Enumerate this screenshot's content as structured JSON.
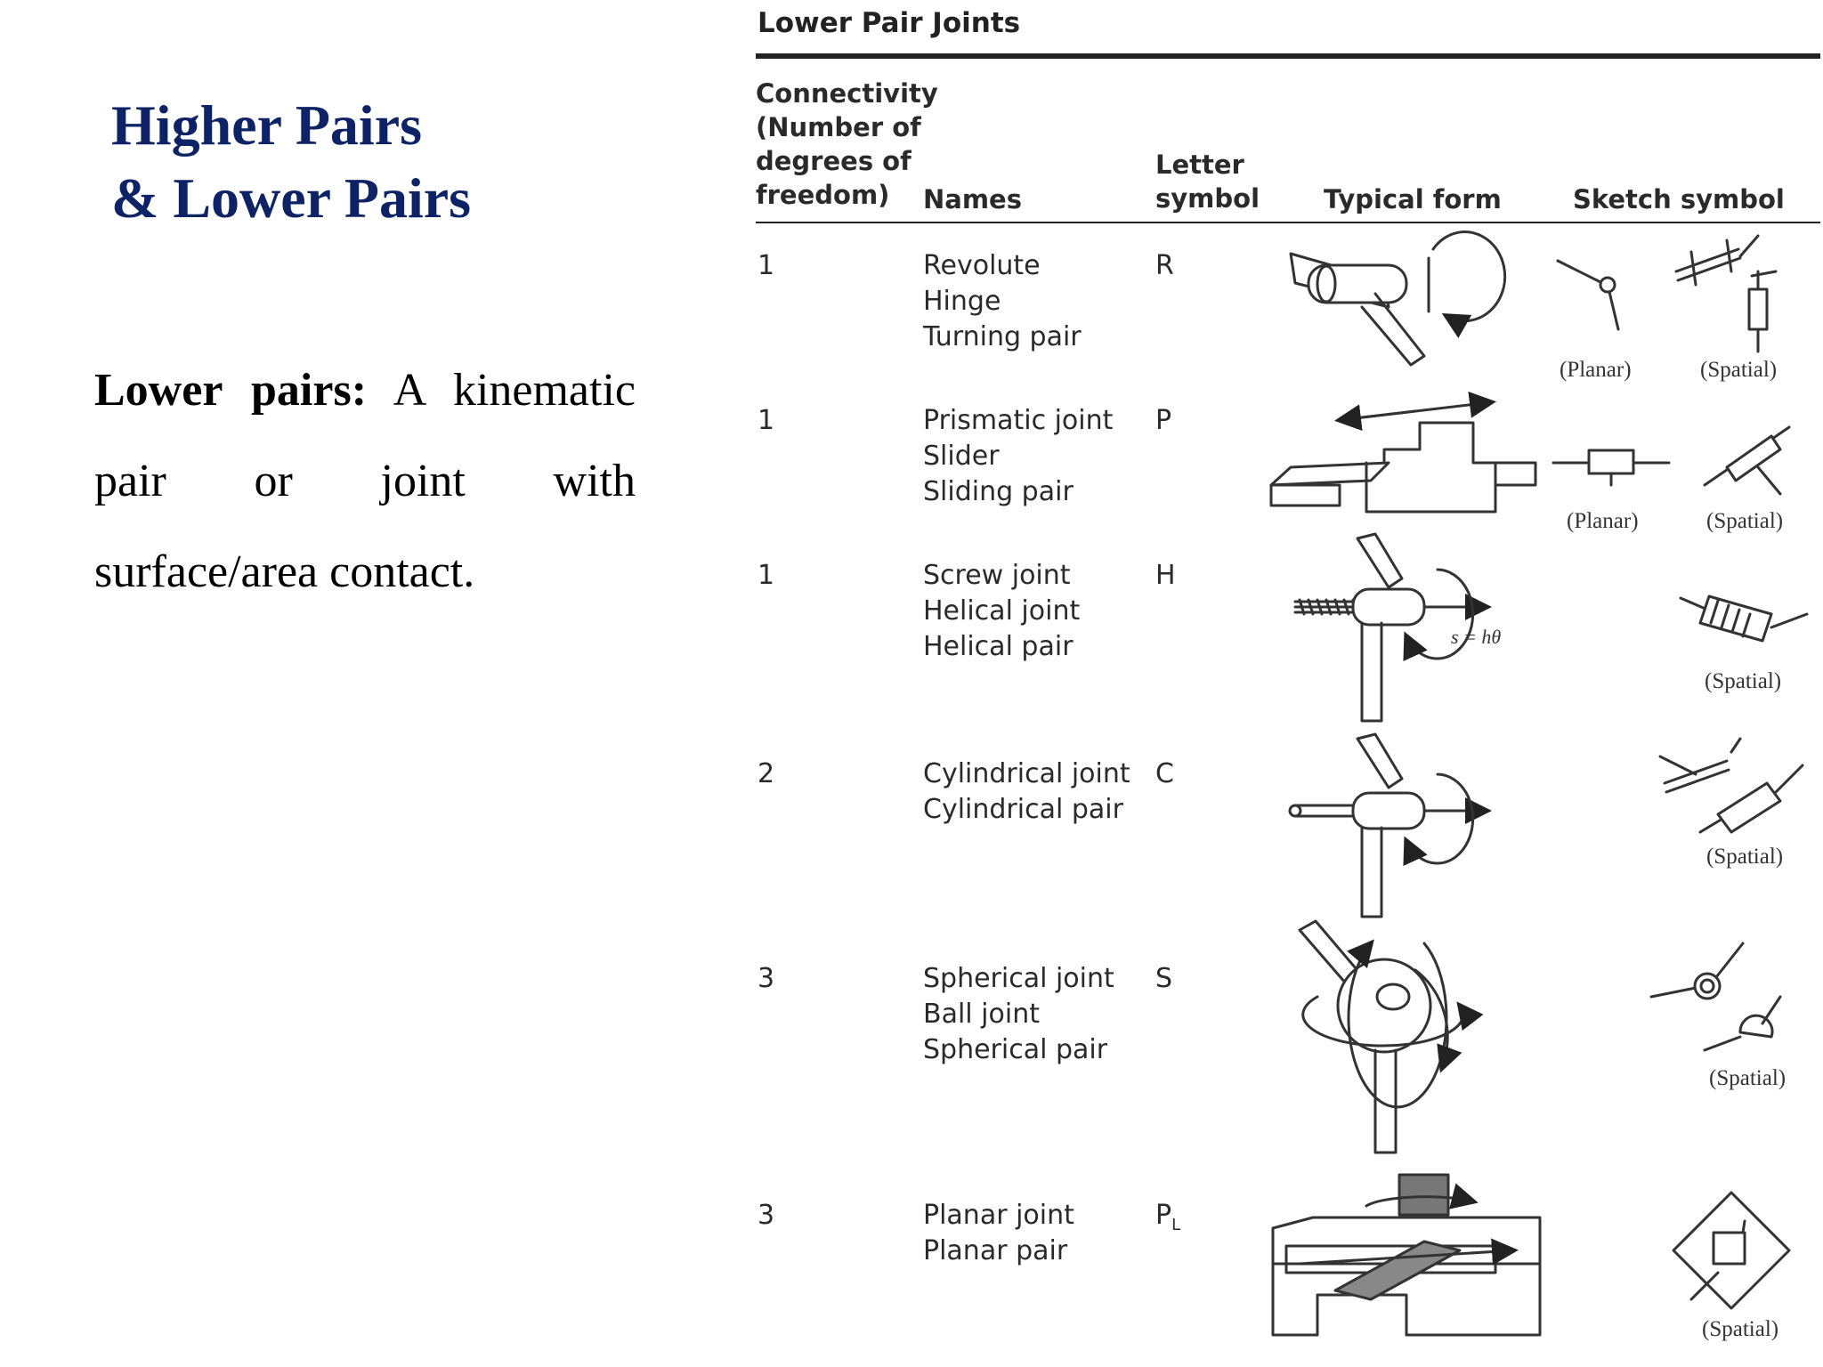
{
  "slide": {
    "title_line1": "Higher Pairs",
    "title_line2": "& Lower Pairs",
    "desc_term": "Lower pairs:",
    "desc_text": "A kinematic pair or joint with surface/area contact."
  },
  "table": {
    "title": "Lower Pair Joints",
    "headers": {
      "connectivity": [
        "Connectivity",
        "(Number of",
        "degrees of",
        "freedom)"
      ],
      "names": "Names",
      "letter": [
        "Letter",
        "symbol"
      ],
      "typical": "Typical form",
      "sketch": "Sketch symbol"
    },
    "rows": [
      {
        "dof": "1",
        "names": [
          "Revolute",
          "Hinge",
          "Turning pair"
        ],
        "symbol": "R",
        "sketch_labels": [
          "(Planar)",
          "(Spatial)"
        ],
        "icon": "revolute-joint-icon"
      },
      {
        "dof": "1",
        "names": [
          "Prismatic joint",
          "Slider",
          "Sliding pair"
        ],
        "symbol": "P",
        "sketch_labels": [
          "(Planar)",
          "(Spatial)"
        ],
        "icon": "prismatic-joint-icon"
      },
      {
        "dof": "1",
        "names": [
          "Screw joint",
          "Helical joint",
          "Helical pair"
        ],
        "symbol": "H",
        "formula": "s = hθ",
        "sketch_labels": [
          "(Spatial)"
        ],
        "icon": "screw-joint-icon"
      },
      {
        "dof": "2",
        "names": [
          "Cylindrical joint",
          "Cylindrical pair"
        ],
        "symbol": "C",
        "sketch_labels": [
          "(Spatial)"
        ],
        "icon": "cylindrical-joint-icon"
      },
      {
        "dof": "3",
        "names": [
          "Spherical joint",
          "Ball joint",
          "Spherical pair"
        ],
        "symbol": "S",
        "sketch_labels": [
          "(Spatial)"
        ],
        "icon": "spherical-joint-icon"
      },
      {
        "dof": "3",
        "names": [
          "Planar joint",
          "Planar pair"
        ],
        "symbol": "P",
        "symbol_sub": "L",
        "sketch_labels": [
          "(Spatial)"
        ],
        "icon": "planar-joint-icon"
      }
    ]
  }
}
